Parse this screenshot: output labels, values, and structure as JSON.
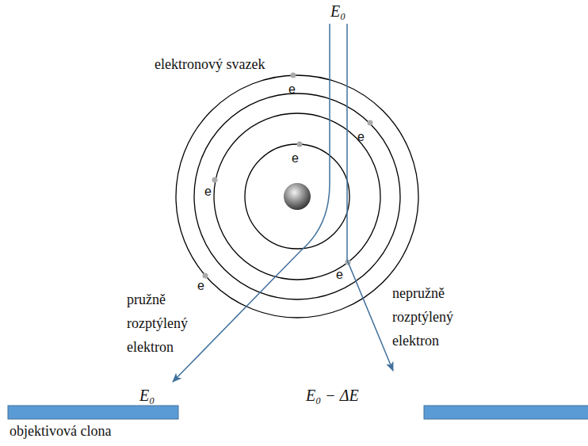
{
  "diagram": {
    "labels": [
      "E₀",
      "elektronový svazek",
      "e",
      "e",
      "e",
      "e",
      "e",
      "e",
      "pružně rozptýlený elektron",
      "nepružně rozptýlený elektron",
      "E₀",
      "E₀ − ΔE",
      "objektivová clona"
    ]
  }
}
